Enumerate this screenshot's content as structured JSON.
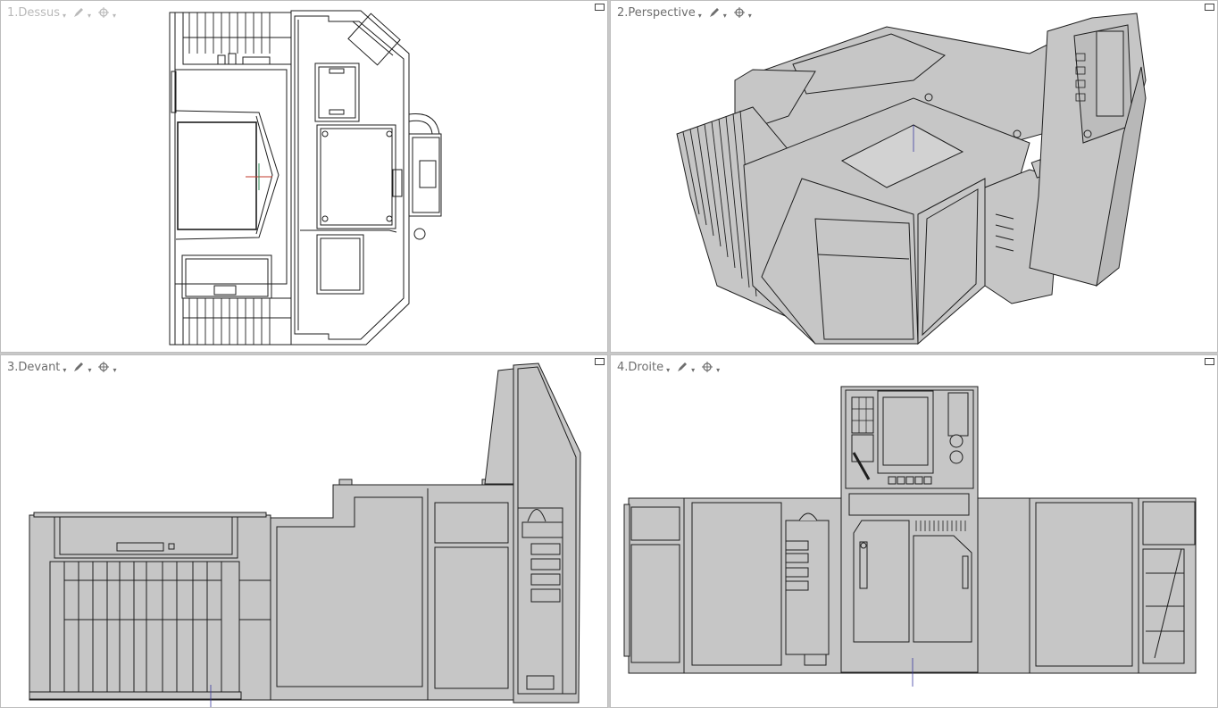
{
  "viewports": [
    {
      "id": "top",
      "label": "1.Dessus",
      "active": false,
      "display_mode_icon": "pencil-icon",
      "snap_icon": "crosshair-icon",
      "maximize_icon": "maximize-icon"
    },
    {
      "id": "perspective",
      "label": "2.Perspective",
      "active": true,
      "display_mode_icon": "pencil-icon",
      "snap_icon": "crosshair-icon",
      "maximize_icon": "maximize-icon"
    },
    {
      "id": "front",
      "label": "3.Devant",
      "active": true,
      "display_mode_icon": "pencil-icon",
      "snap_icon": "crosshair-icon",
      "maximize_icon": "maximize-icon"
    },
    {
      "id": "right",
      "label": "4.Droite",
      "active": true,
      "display_mode_icon": "pencil-icon",
      "snap_icon": "crosshair-icon",
      "maximize_icon": "maximize-icon"
    }
  ],
  "colors": {
    "viewport_bg": "#ffffff",
    "model_fill": "#c6c6c6",
    "model_line": "#1e1e1e",
    "axis_x": "#c0392b",
    "axis_y": "#2e8b57",
    "axis_z": "#3a3aa0",
    "header_text": "#6e6e6e",
    "header_text_inactive": "#b9b9b9",
    "separator": "#c8c8c8"
  },
  "caret_glyph": "▾"
}
